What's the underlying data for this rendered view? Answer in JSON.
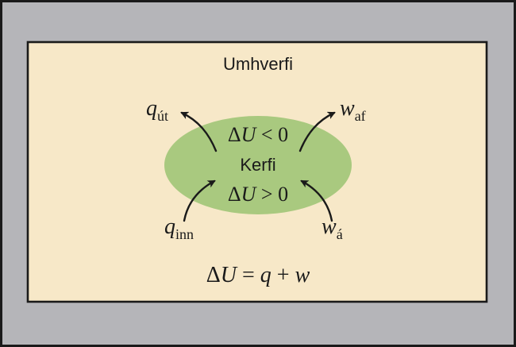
{
  "colors": {
    "outer_frame": "#b5b5b9",
    "surroundings": "#f7e8c8",
    "system": "#a9c97f",
    "border": "#1a1a1a"
  },
  "labels": {
    "surroundings": "Umhverfi",
    "system": "Kerfi",
    "top_inequality": {
      "delta": "Δ",
      "var": "U",
      "rel": " < 0"
    },
    "bottom_inequality": {
      "delta": "Δ",
      "var": "U",
      "rel": " > 0"
    },
    "q_out": {
      "base": "q",
      "sub": "út"
    },
    "q_in": {
      "base": "q",
      "sub": "inn"
    },
    "w_out": {
      "base": "w",
      "sub": "af"
    },
    "w_in": {
      "base": "w",
      "sub": "á"
    },
    "equation": {
      "delta": "Δ",
      "var": "U",
      "eq": " = ",
      "q": "q",
      "plus": " + ",
      "w": "w"
    }
  },
  "icons": {
    "q_out": "arrow-out-icon",
    "w_out": "arrow-out-icon",
    "q_in": "arrow-in-icon",
    "w_in": "arrow-in-icon"
  }
}
